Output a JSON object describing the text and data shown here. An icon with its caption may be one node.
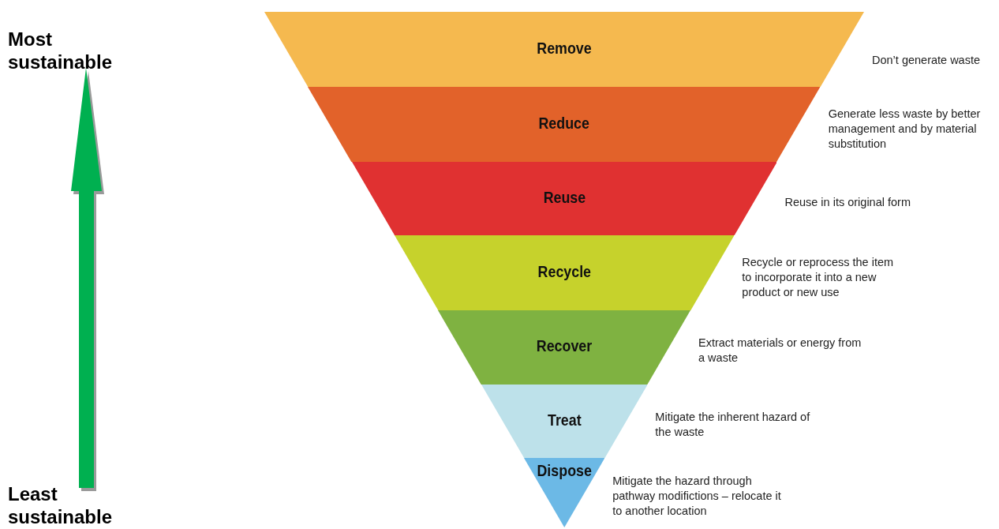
{
  "diagram": {
    "nodes": [
      {
        "text": [
          "Remove"
        ],
        "beside": [
          "Don’t generate waste"
        ]
      },
      {
        "text": [
          "Reduce"
        ],
        "beside": [
          "Generate less waste by better management and by material substitution"
        ]
      },
      {
        "text": [
          "Reuse"
        ],
        "beside": [
          "Reuse in its original form"
        ]
      },
      {
        "text": [
          "Recycle"
        ],
        "beside": [
          "Recycle or reprocess the item to incorporate it into a new product or new use"
        ]
      },
      {
        "text": [
          "Recover"
        ],
        "beside": [
          "Extract materials or energy from a waste"
        ]
      },
      {
        "text": [
          "Treat"
        ],
        "beside": [
          "Mitigate the inherent hazard of the waste"
        ]
      },
      {
        "text": [
          "Dispose"
        ],
        "beside": [
          "Mitigate the hazard through pathway modifictions – relocate it to another location"
        ]
      }
    ],
    "labels": [
      "Most sustainable",
      "Least sustainable"
    ]
  }
}
